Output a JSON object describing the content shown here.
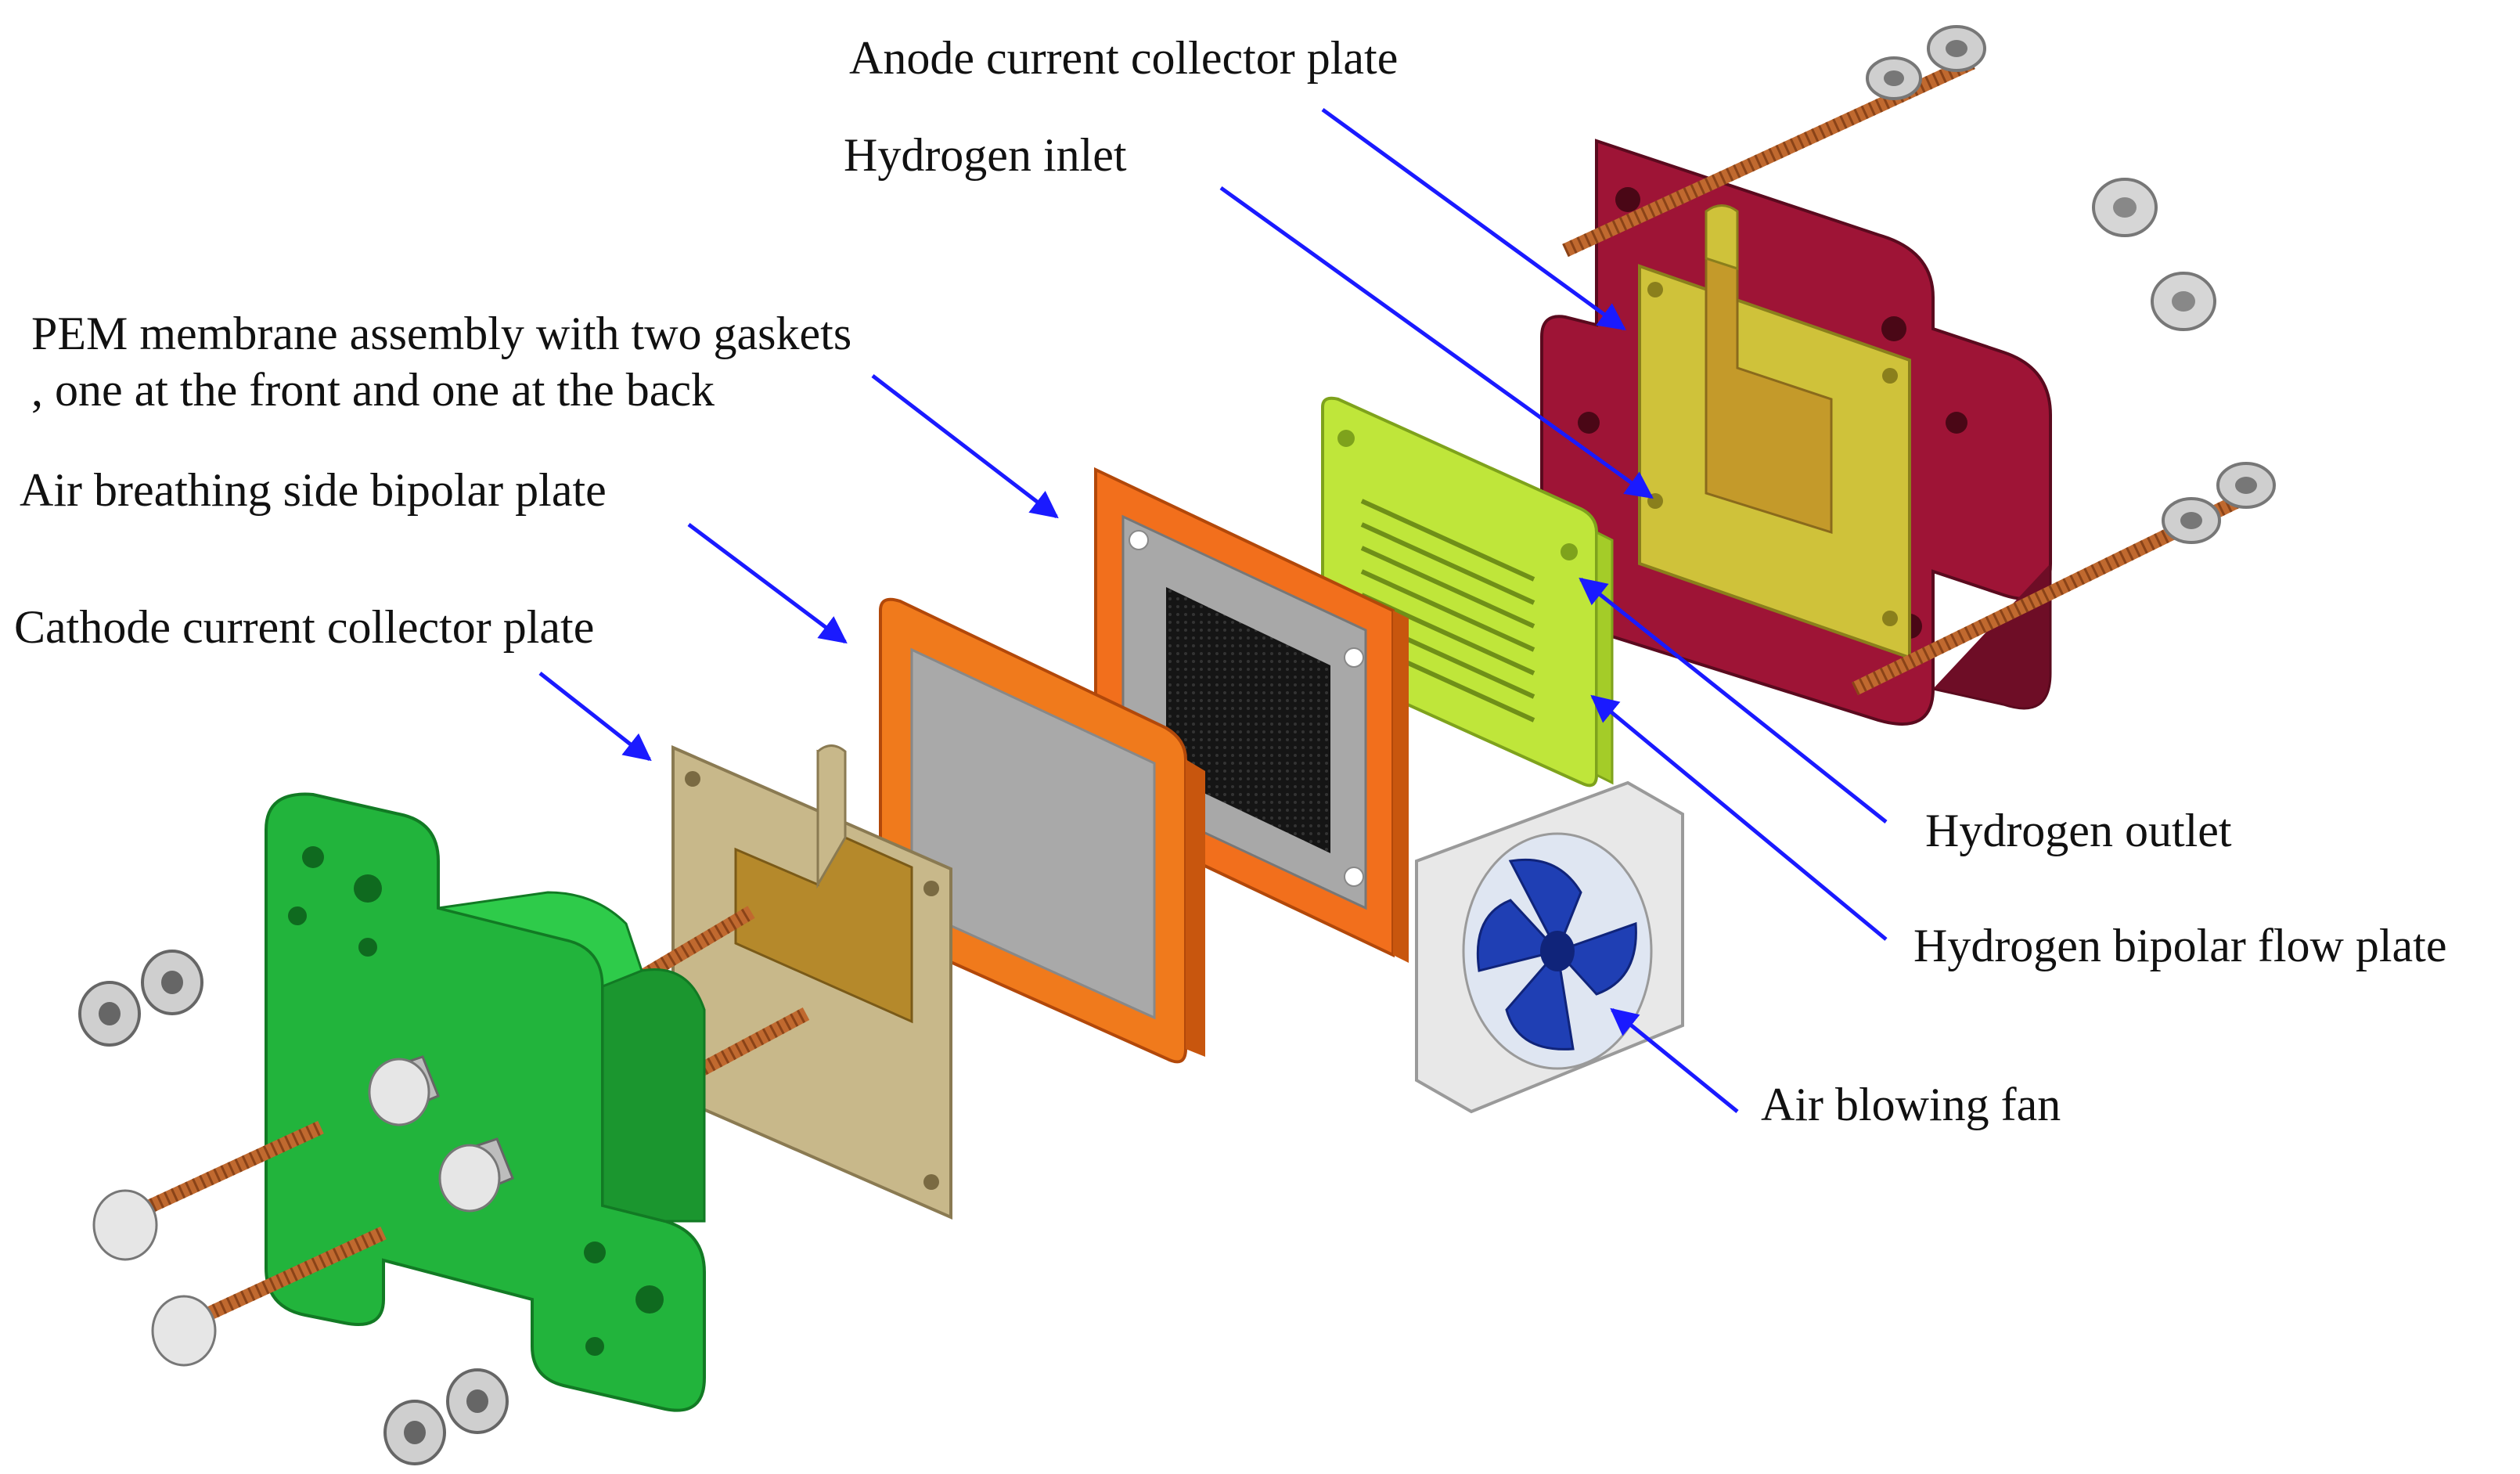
{
  "labels": {
    "anode_collector": "Anode current collector plate",
    "hydrogen_inlet": "Hydrogen inlet",
    "pem_line1": "PEM membrane assembly with two gaskets",
    "pem_line2": ", one at the front and one at the back",
    "air_breathing_plate": "Air breathing side bipolar plate",
    "cathode_collector": "Cathode current collector plate",
    "hydrogen_outlet": "Hydrogen outlet",
    "hydrogen_flow_plate": "Hydrogen bipolar flow plate",
    "air_fan": "Air blowing fan"
  },
  "colors": {
    "arrow": "#1a1aff",
    "cathode_end_plate": "#22b43c",
    "anode_end_plate": "#9e1436",
    "collector_cathode": "#c8b88a",
    "collector_anode": "#cfc23a",
    "collector_tab_cathode": "#b5892b",
    "collector_tab_anode": "#c49a2a",
    "air_bipolar_plate": "#f07a1c",
    "gasket": "#f26f1c",
    "membrane_grey": "#a8a8a8",
    "membrane_active": "#1b1b1b",
    "hydrogen_plate": "#bfe63a",
    "rod": "#c0692f",
    "fan_frame": "#e8e8e8",
    "fan_blade": "#1f3fb4",
    "nut": "#cfcfcf"
  }
}
